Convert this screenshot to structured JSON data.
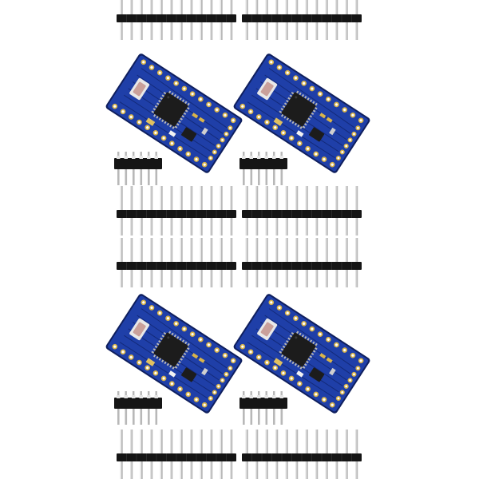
{
  "image": {
    "subject": "product-photo",
    "background": "#ffffff"
  },
  "colors": {
    "pcb_blue": "#1f3fa8",
    "pcb_blue_dark": "#132a7a",
    "pcb_edge": "#0f1f5e",
    "header_black": "#151515",
    "pin_silver": "#b8b8b8",
    "pin_highlight": "#e6e6e6",
    "chip_black": "#1c1c1c",
    "pad_gold": "#d9b44a",
    "reset_button": "#c9a09a",
    "silk_white": "#f2f2f2"
  },
  "icons": {
    "board": "pcb-board-icon",
    "chip": "microcontroller-chip-icon",
    "header": "pin-header-icon"
  },
  "counts": {
    "boards": 4,
    "long_headers": 8,
    "short_headers": 4,
    "pins_per_long_header": 12,
    "pins_per_short_header": 6
  }
}
